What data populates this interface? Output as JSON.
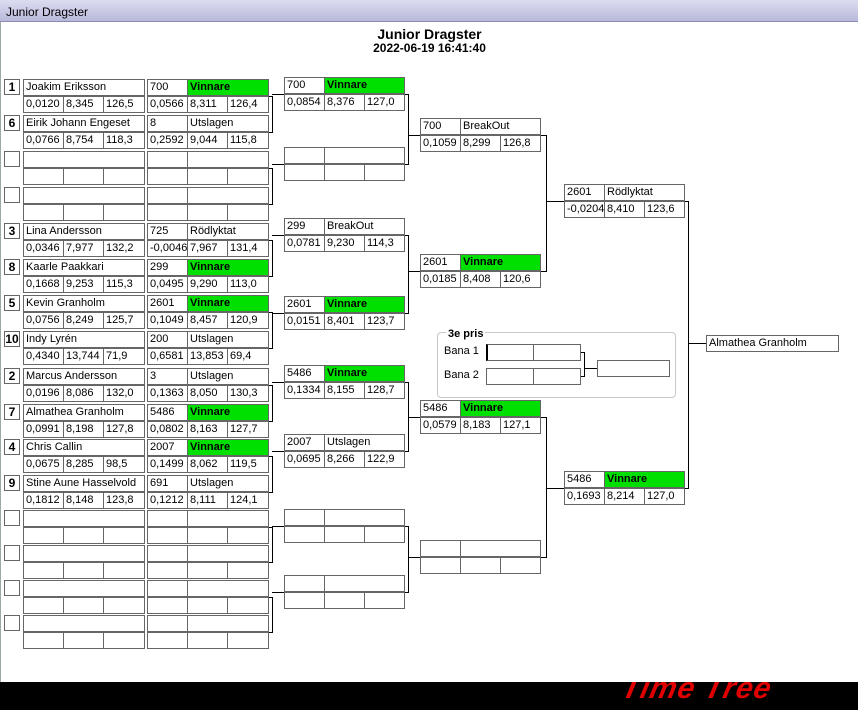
{
  "window": {
    "title": "Junior Dragster"
  },
  "header": {
    "title": "Junior Dragster",
    "datetime": "2022-06-19 16:41:40"
  },
  "seeds": [
    "1",
    "6",
    "",
    "",
    "3",
    "8",
    "5",
    "10",
    "2",
    "7",
    "4",
    "9",
    "",
    "",
    "",
    ""
  ],
  "round1": [
    {
      "name": "Joakim Eriksson",
      "rt": "0,0120",
      "et": "8,345",
      "speed": "126,5",
      "id": "700",
      "result": "Vinnare",
      "rt2": "0,0566",
      "et2": "8,311",
      "speed2": "126,4",
      "win": true
    },
    {
      "name": "Eirik Johann Engeset",
      "rt": "0,0766",
      "et": "8,754",
      "speed": "118,3",
      "id": "8",
      "result": "Utslagen",
      "rt2": "0,2592",
      "et2": "9,044",
      "speed2": "115,8",
      "win": false
    },
    {
      "name": "",
      "rt": "",
      "et": "",
      "speed": "",
      "id": "",
      "result": "",
      "rt2": "",
      "et2": "",
      "speed2": "",
      "win": false
    },
    {
      "name": "",
      "rt": "",
      "et": "",
      "speed": "",
      "id": "",
      "result": "",
      "rt2": "",
      "et2": "",
      "speed2": "",
      "win": false
    },
    {
      "name": "Lina Andersson",
      "rt": "0,0346",
      "et": "7,977",
      "speed": "132,2",
      "id": "725",
      "result": "Rödlyktat",
      "rt2": "-0,0046",
      "et2": "7,967",
      "speed2": "131,4",
      "win": false
    },
    {
      "name": "Kaarle Paakkari",
      "rt": "0,1668",
      "et": "9,253",
      "speed": "115,3",
      "id": "299",
      "result": "Vinnare",
      "rt2": "0,0495",
      "et2": "9,290",
      "speed2": "113,0",
      "win": true
    },
    {
      "name": "Kevin Granholm",
      "rt": "0,0756",
      "et": "8,249",
      "speed": "125,7",
      "id": "2601",
      "result": "Vinnare",
      "rt2": "0,1049",
      "et2": "8,457",
      "speed2": "120,9",
      "win": true
    },
    {
      "name": "Indy Lyrén",
      "rt": "0,4340",
      "et": "13,744",
      "speed": "71,9",
      "id": "200",
      "result": "Utslagen",
      "rt2": "0,6581",
      "et2": "13,853",
      "speed2": "69,4",
      "win": false
    },
    {
      "name": "Marcus Andersson",
      "rt": "0,0196",
      "et": "8,086",
      "speed": "132,0",
      "id": "3",
      "result": "Utslagen",
      "rt2": "0,1363",
      "et2": "8,050",
      "speed2": "130,3",
      "win": false
    },
    {
      "name": "Almathea Granholm",
      "rt": "0,0991",
      "et": "8,198",
      "speed": "127,8",
      "id": "5486",
      "result": "Vinnare",
      "rt2": "0,0802",
      "et2": "8,163",
      "speed2": "127,7",
      "win": true
    },
    {
      "name": "Chris Callin",
      "rt": "0,0675",
      "et": "8,285",
      "speed": "98,5",
      "id": "2007",
      "result": "Vinnare",
      "rt2": "0,1499",
      "et2": "8,062",
      "speed2": "119,5",
      "win": true
    },
    {
      "name": "Stine Aune Hasselvold",
      "rt": "0,1812",
      "et": "8,148",
      "speed": "123,8",
      "id": "691",
      "result": "Utslagen",
      "rt2": "0,1212",
      "et2": "8,111",
      "speed2": "124,1",
      "win": false
    },
    {
      "name": "",
      "rt": "",
      "et": "",
      "speed": "",
      "id": "",
      "result": "",
      "rt2": "",
      "et2": "",
      "speed2": "",
      "win": false
    },
    {
      "name": "",
      "rt": "",
      "et": "",
      "speed": "",
      "id": "",
      "result": "",
      "rt2": "",
      "et2": "",
      "speed2": "",
      "win": false
    },
    {
      "name": "",
      "rt": "",
      "et": "",
      "speed": "",
      "id": "",
      "result": "",
      "rt2": "",
      "et2": "",
      "speed2": "",
      "win": false
    },
    {
      "name": "",
      "rt": "",
      "et": "",
      "speed": "",
      "id": "",
      "result": "",
      "rt2": "",
      "et2": "",
      "speed2": "",
      "win": false
    }
  ],
  "round2": [
    {
      "id": "700",
      "result": "Vinnare",
      "rt": "0,0854",
      "et": "8,376",
      "speed": "127,0",
      "win": true
    },
    {
      "id": "",
      "result": "",
      "rt": "",
      "et": "",
      "speed": "",
      "win": false
    },
    {
      "id": "299",
      "result": "BreakOut",
      "rt": "0,0781",
      "et": "9,230",
      "speed": "114,3",
      "win": false
    },
    {
      "id": "2601",
      "result": "Vinnare",
      "rt": "0,0151",
      "et": "8,401",
      "speed": "123,7",
      "win": true
    },
    {
      "id": "5486",
      "result": "Vinnare",
      "rt": "0,1334",
      "et": "8,155",
      "speed": "128,7",
      "win": true
    },
    {
      "id": "2007",
      "result": "Utslagen",
      "rt": "0,0695",
      "et": "8,266",
      "speed": "122,9",
      "win": false
    },
    {
      "id": "",
      "result": "",
      "rt": "",
      "et": "",
      "speed": "",
      "win": false
    },
    {
      "id": "",
      "result": "",
      "rt": "",
      "et": "",
      "speed": "",
      "win": false
    }
  ],
  "round3": [
    {
      "id": "700",
      "result": "BreakOut",
      "rt": "0,1059",
      "et": "8,299",
      "speed": "126,8",
      "win": false
    },
    {
      "id": "2601",
      "result": "Vinnare",
      "rt": "0,0185",
      "et": "8,408",
      "speed": "120,6",
      "win": true
    },
    {
      "id": "5486",
      "result": "Vinnare",
      "rt": "0,0579",
      "et": "8,183",
      "speed": "127,1",
      "win": true
    },
    {
      "id": "",
      "result": "",
      "rt": "",
      "et": "",
      "speed": "",
      "win": false
    }
  ],
  "round4": [
    {
      "id": "2601",
      "result": "Rödlyktat",
      "rt": "-0,0204",
      "et": "8,410",
      "speed": "123,6",
      "win": false
    },
    {
      "id": "5486",
      "result": "Vinnare",
      "rt": "0,1693",
      "et": "8,214",
      "speed": "127,0",
      "win": true
    }
  ],
  "champion": "Almathea Granholm",
  "bronze": {
    "title": "3e pris",
    "lane1": "Bana 1",
    "lane2": "Bana 2",
    "lane1_value": "",
    "lane2_value": "",
    "winner": ""
  },
  "logo": "Time Tree",
  "colors": {
    "winner": "#00e000",
    "logo": "#e00000"
  }
}
